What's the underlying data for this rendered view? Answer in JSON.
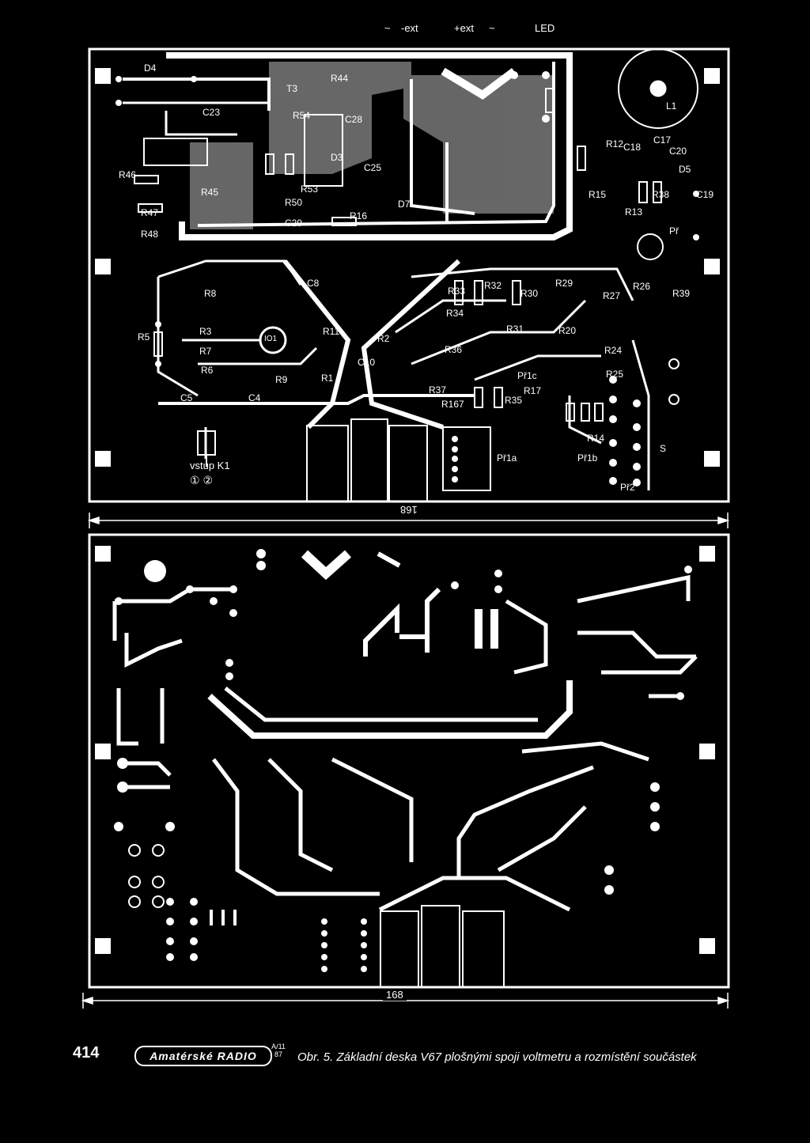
{
  "top_terminals": [
    "~",
    "-ext",
    "+ext",
    "~",
    "LED"
  ],
  "component_labels": {
    "d4": "D4",
    "c23": "C23",
    "r44": "R44",
    "t3": "T3",
    "r54": "R54",
    "c28": "C28",
    "d3": "D3",
    "r46": "R46",
    "r45": "R45",
    "r47": "R47",
    "r48": "R48",
    "r53": "R53",
    "r50": "R50",
    "c29": "C29",
    "r16": "R16",
    "c25": "C25",
    "d7": "D7",
    "l1": "L1",
    "c17": "C17",
    "r12": "R12",
    "c18": "C18",
    "c20": "C20",
    "d5": "D5",
    "r15": "R15",
    "r13": "R13",
    "r38": "R38",
    "c19": "C19",
    "pr_top": "Př",
    "c8": "C8",
    "r8": "R8",
    "r5": "R5",
    "r3": "R3",
    "r7": "R7",
    "r6": "R6",
    "io1": "IO1",
    "r11": "R11",
    "c10": "C10",
    "c5": "C5",
    "r9": "R9",
    "r1": "R1",
    "r2": "R2",
    "r33": "R33",
    "r32": "R32",
    "r30": "R30",
    "r29": "R29",
    "r26": "R26",
    "r39": "R39",
    "r34": "R34",
    "r31": "R31",
    "r27": "R27",
    "r20": "R20",
    "r36": "R36",
    "r24": "R24",
    "pr1c": "Př1c",
    "r17": "R17",
    "r37": "R37",
    "r35": "R35",
    "r167": "R167",
    "r25": "R25",
    "r14": "R14",
    "c4": "C4",
    "pr1a": "Př1a",
    "pr1b": "Př1b",
    "pr2": "Př2",
    "s": "S"
  },
  "input_label": "vstup K1",
  "input_pins": "① ②",
  "dim_top": "168",
  "dim_bottom": "168",
  "page_number": "414",
  "magazine": "Amatérské RADIO",
  "issue": "A/11 87",
  "caption": "Obr. 5. Základní deska V67 plošnými spoji voltmetru a rozmístění součástek"
}
